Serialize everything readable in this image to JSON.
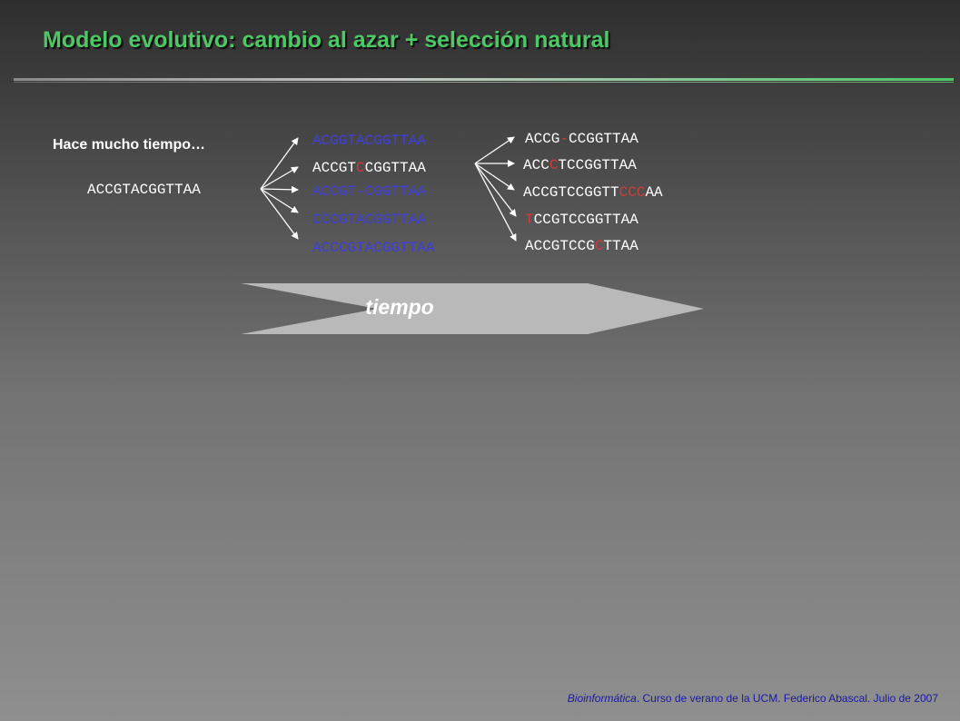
{
  "title": "Modelo evolutivo: cambio al azar + selección natural",
  "past_label": "Hace mucho tiempo…",
  "ancestor": "ACCGTACGGTTAA",
  "gen1": [
    {
      "text": "ACGGTACGGTTAA",
      "style": "blue"
    },
    {
      "pre": "ACCGT",
      "mut": "C",
      "post": "CGGTTAA",
      "style": "normal"
    },
    {
      "text": "ACCGT-CGGTTAA",
      "style": "blue"
    },
    {
      "text": "CCCGTACGGTTAA",
      "style": "blue"
    },
    {
      "text": "ACCCGTACGGTTAA",
      "style": "blue"
    }
  ],
  "gen2": [
    {
      "pre": "ACCG",
      "mut": "-",
      "post": "CCGGTTAA"
    },
    {
      "pre": "ACC",
      "mut": "C",
      "post": "TCCGGTTAA"
    },
    {
      "pre": "ACCGTCCGGTT",
      "mut": "CCC",
      "post": "AA"
    },
    {
      "pre": "",
      "mut": "T",
      "post": "CCGTCCGGTTAA"
    },
    {
      "pre": "ACCGTCCG",
      "mut": "C",
      "post": "TTAA"
    }
  ],
  "time_label": "tiempo",
  "footer": {
    "italic": "Bioinformática",
    "rest": ". Curso de verano de la UCM. Federico Abascal. Julio de 2007"
  },
  "colors": {
    "title": "#4cc864",
    "mutation": "#d23a3a",
    "discarded": "#3f3ee0",
    "banner": "#b9b9b9",
    "footer": "#1a1aa0"
  }
}
